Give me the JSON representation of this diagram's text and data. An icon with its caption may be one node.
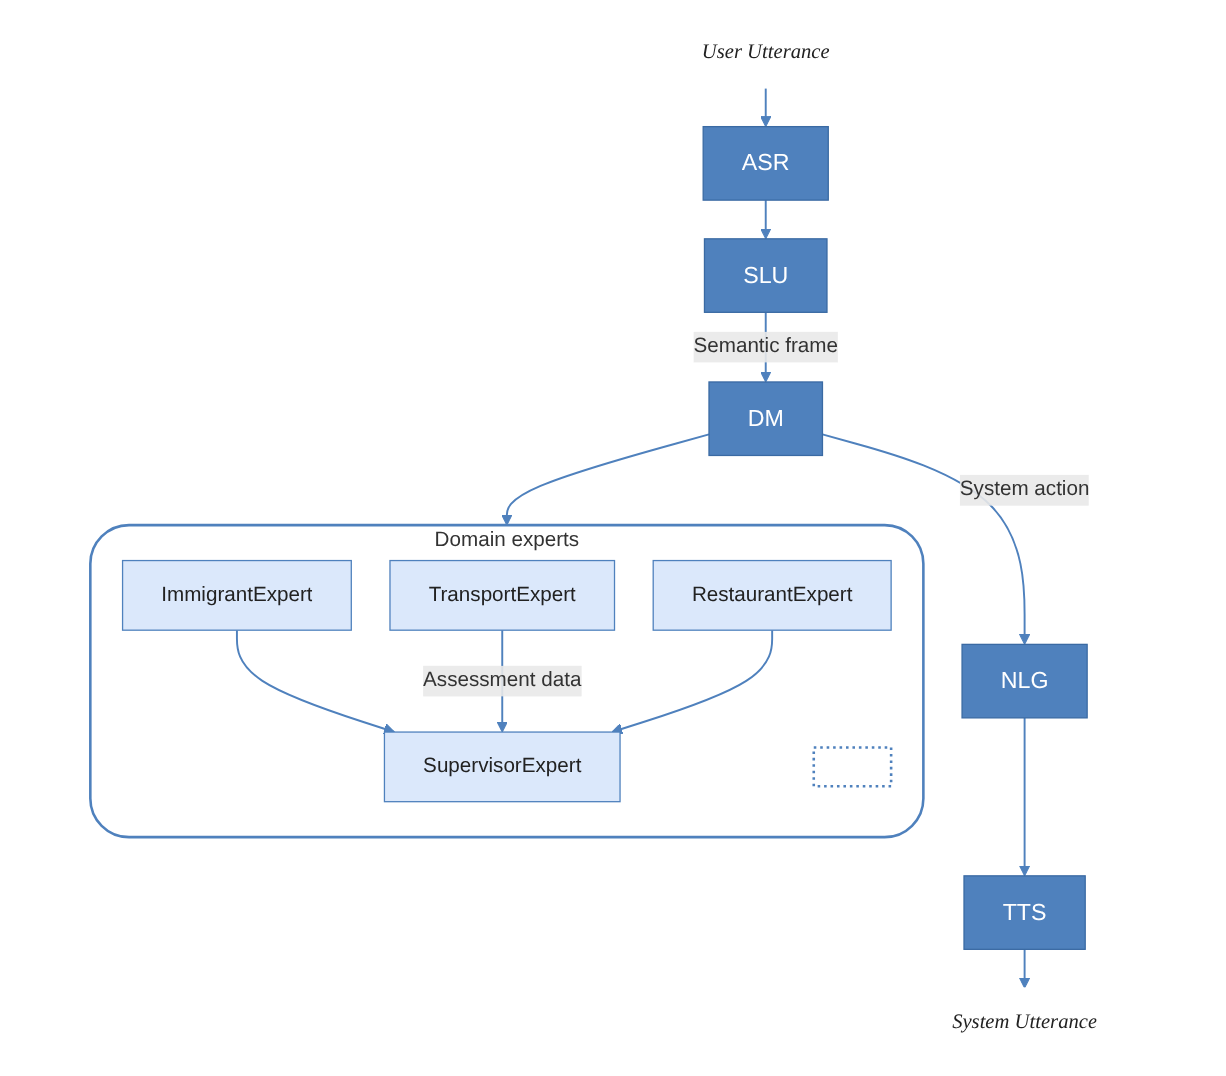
{
  "diagram": {
    "nodes": [
      {
        "text": [
          "User Utterance"
        ]
      },
      {
        "text": [
          "ASR"
        ]
      },
      {
        "text": [
          "SLU"
        ]
      },
      {
        "text": [
          "DM"
        ]
      },
      {
        "text": [
          "NLG"
        ]
      },
      {
        "text": [
          "TTS"
        ]
      },
      {
        "text": [
          "System Utterance"
        ]
      },
      {
        "text": [
          "Domain experts"
        ]
      },
      {
        "text": [
          "SupervisorExpert"
        ],
        "in": 7
      },
      {
        "text": [
          "ImmigrantExpert"
        ],
        "in": 7
      },
      {
        "text": [
          "TransportExpert"
        ],
        "in": 7
      },
      {
        "text": [
          "RestaurantExpert"
        ],
        "in": 7
      },
      {
        "text": [],
        "shape": "line",
        "in": 7
      }
    ],
    "edges": [
      {
        "from": 0,
        "to": 1,
        "arrow": "to"
      },
      {
        "from": 1,
        "to": 2,
        "arrow": "to"
      },
      {
        "from": 2,
        "to": 3,
        "arrow": "to",
        "label": "Semantic frame"
      },
      {
        "from": 3,
        "to": 4,
        "arrow": "to",
        "label": "System action"
      },
      {
        "from": 4,
        "to": 5,
        "arrow": "to"
      },
      {
        "from": 5,
        "to": 6,
        "arrow": "to"
      },
      {
        "from": 3,
        "to": 7,
        "arrow": "to"
      },
      {
        "from": 9,
        "to": 8,
        "arrow": "to"
      },
      {
        "from": 10,
        "to": 8,
        "arrow": "to",
        "label": "Assessment data"
      },
      {
        "from": 11,
        "to": 8,
        "arrow": "to"
      }
    ]
  }
}
